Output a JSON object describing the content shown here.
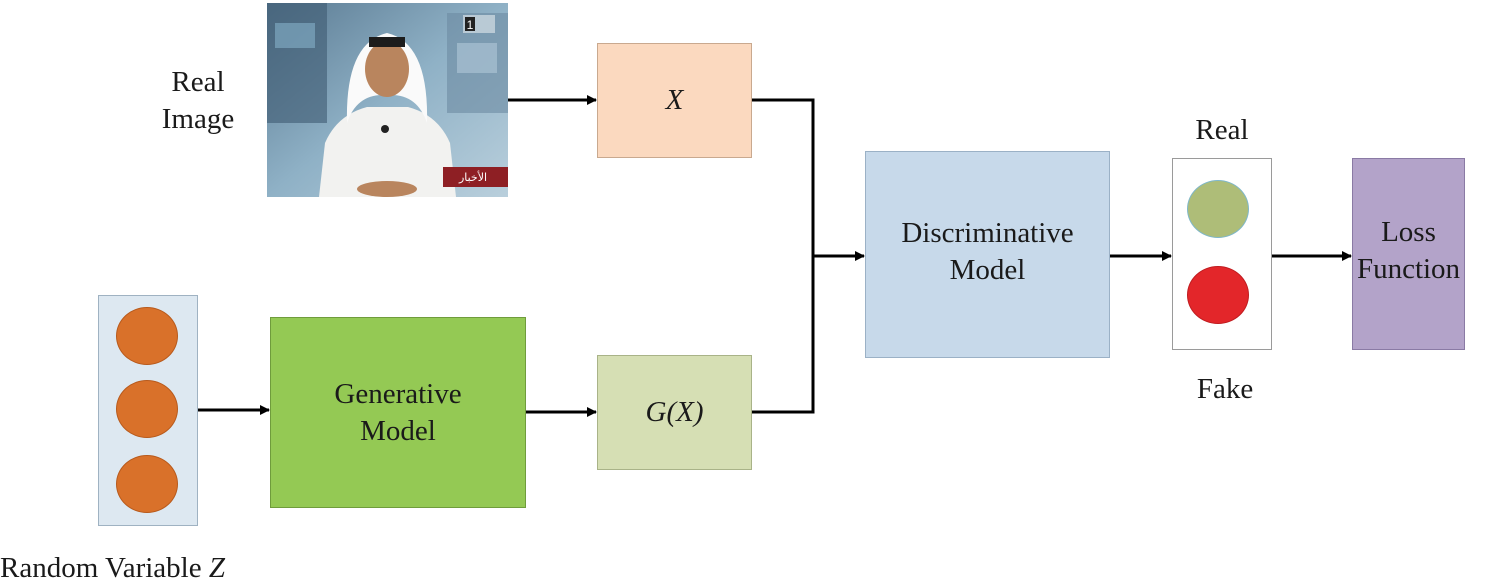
{
  "real_image": {
    "label_line1": "Real",
    "label_line2": "Image",
    "channel_logo": "1",
    "ticker_text": "الأخبار"
  },
  "x_box": {
    "label": "X"
  },
  "gx_box": {
    "label": "G(X)"
  },
  "generative": {
    "line1": "Generative",
    "line2": "Model"
  },
  "discriminative": {
    "line1": "Discriminative",
    "line2": "Model"
  },
  "loss": {
    "line1": "Loss",
    "line2": "Function"
  },
  "output": {
    "real_label": "Real",
    "fake_label": "Fake"
  },
  "random": {
    "label_prefix": "Random Variable ",
    "label_var": "Z"
  },
  "colors": {
    "x_box": "#fbd9bf",
    "gx_box": "#d6dfb4",
    "generative": "#94c954",
    "discriminative": "#c7d9ea",
    "loss": "#b3a3c9",
    "random_panel": "#dde8f1",
    "orange_circle": "#d9712a",
    "real_circle": "#aebd78",
    "fake_circle": "#e3262a"
  }
}
